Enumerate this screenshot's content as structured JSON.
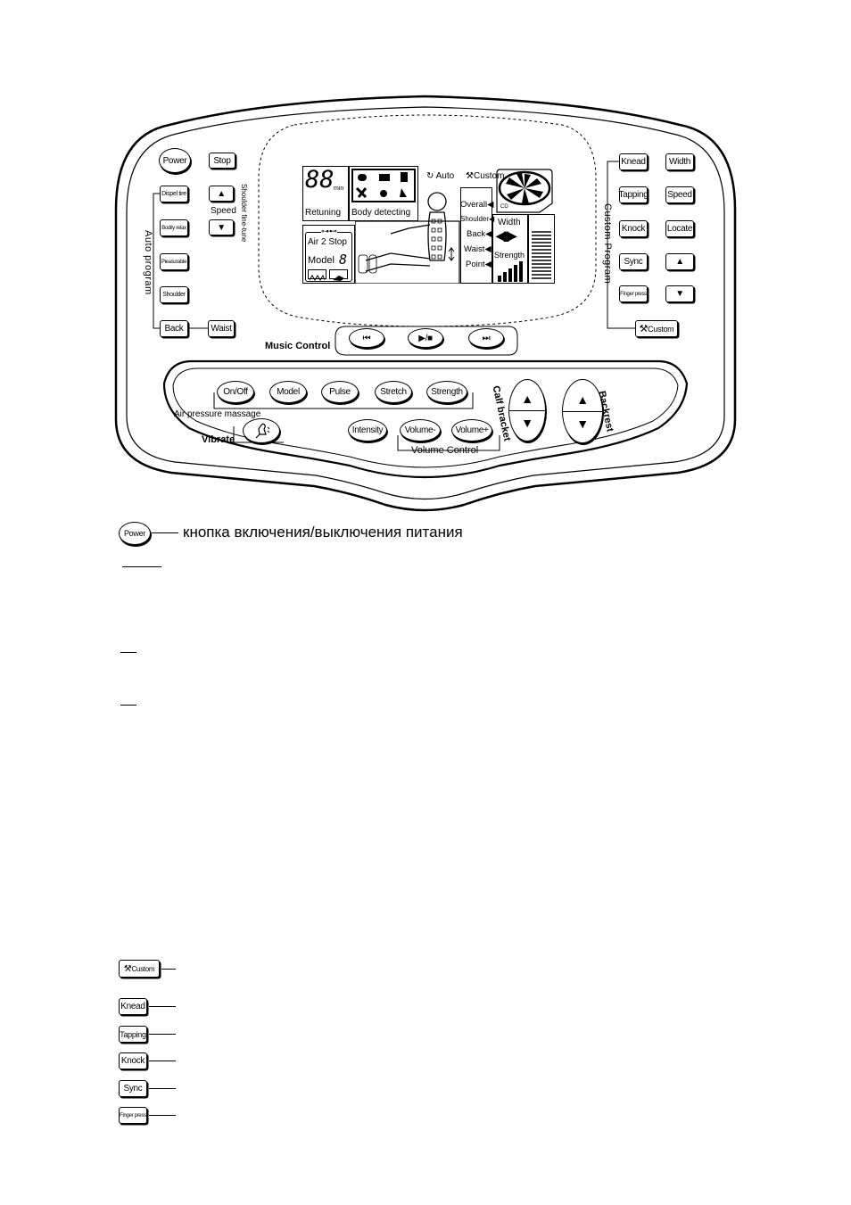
{
  "panel": {
    "power": "Power",
    "stop": "Stop",
    "speed_label": "Speed",
    "shoulder_fine_tune": "Shoulder fine-tune",
    "auto_program_label": "Auto program",
    "auto_buttons": [
      "Dispel tire",
      "Bodily relax",
      "Pleasurable",
      "Shoulder",
      "Back"
    ],
    "waist": "Waist",
    "custom_program_label": "Custom Program",
    "right_buttons": [
      [
        "Knead",
        "Width"
      ],
      [
        "Tapping",
        "Speed"
      ],
      [
        "Knock",
        "Locate"
      ],
      [
        "Sync",
        "▲"
      ],
      [
        "Finger press",
        "▼"
      ]
    ],
    "custom": "Custom",
    "music_control_label": "Music Control",
    "music_buttons": [
      "⏮",
      "▶/■",
      "⏭"
    ],
    "air_buttons": [
      "On/Off",
      "Model",
      "Pulse",
      "Stretch",
      "Strength"
    ],
    "air_pressure_label": "Air pressure massage",
    "vibrate_label": "Vibrate",
    "intensity": "Intensity",
    "volume_minus": "Volume-",
    "volume_plus": "Volume+",
    "volume_control_label": "Volume Control",
    "calf_bracket": "Calf bracket",
    "backrest": "Backrest"
  },
  "lcd": {
    "timer_digits": "88",
    "timer_unit": "min",
    "returning": "Retuning",
    "body_detecting": "Body detecting",
    "auto": "Auto",
    "custom": "Custom",
    "air_stop": "Air 2 Stop",
    "model": "Model",
    "model_digit": "8",
    "areas": [
      "Overall",
      "Shoulder",
      "Back",
      "Waist",
      "Point"
    ],
    "width": "Width",
    "strength": "Strength",
    "cd": "CD"
  },
  "legend": {
    "power_button": "Power",
    "power_caption": "кнопка включения/выключения питания",
    "custom_button": "Custom",
    "mode_buttons": [
      "Knead",
      "Tapping",
      "Knock",
      "Sync",
      "Finger press"
    ]
  }
}
